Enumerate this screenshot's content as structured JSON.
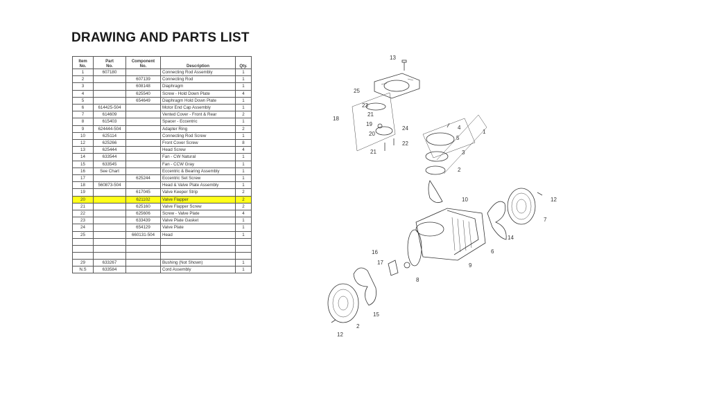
{
  "title": "DRAWING AND PARTS LIST",
  "table": {
    "headers": {
      "item": [
        "Item",
        "No."
      ],
      "part": [
        "Part",
        "No."
      ],
      "component": [
        "Component",
        "No."
      ],
      "description": "Description",
      "qty": "Qty."
    },
    "rows": [
      {
        "item": "1",
        "part": "607180",
        "component": "",
        "description": "Connecting Rod Assembly",
        "qty": "1"
      },
      {
        "item": "2",
        "part": "",
        "component": "607139",
        "description": "Connecting Rod",
        "qty": "1"
      },
      {
        "item": "3",
        "part": "",
        "component": "608148",
        "description": "Diaphragm",
        "qty": "1"
      },
      {
        "item": "4",
        "part": "",
        "component": "625540",
        "description": "Screw - Hold Down Plate",
        "qty": "4"
      },
      {
        "item": "5",
        "part": "",
        "component": "654649",
        "description": "Diaphragm Hold Down Plate",
        "qty": "1"
      },
      {
        "item": "6",
        "part": "614425-504",
        "component": "",
        "description": "Motor End Cap Assembly",
        "qty": "1"
      },
      {
        "item": "7",
        "part": "614609",
        "component": "",
        "description": "Vented Cover - Front & Rear",
        "qty": "2"
      },
      {
        "item": "8",
        "part": "615403",
        "component": "",
        "description": "Spacer - Eccentric",
        "qty": "1"
      },
      {
        "item": "9",
        "part": "624444-504",
        "component": "",
        "description": "Adapter Ring",
        "qty": "2"
      },
      {
        "item": "10",
        "part": "625114",
        "component": "",
        "description": "Connecting Rod Screw",
        "qty": "1"
      },
      {
        "item": "12",
        "part": "625266",
        "component": "",
        "description": "Front Cover Screw",
        "qty": "8"
      },
      {
        "item": "13",
        "part": "625444",
        "component": "",
        "description": "Head Screw",
        "qty": "4"
      },
      {
        "item": "14",
        "part": "633544",
        "component": "",
        "description": "Fan - CW Natural",
        "qty": "1"
      },
      {
        "item": "15",
        "part": "633545",
        "component": "",
        "description": "Fan - CCW Gray",
        "qty": "1"
      },
      {
        "item": "16",
        "part": "See Chart",
        "component": "",
        "description": "Eccentric & Bearing Assembly",
        "qty": "1"
      },
      {
        "item": "17",
        "part": "",
        "component": "625244",
        "description": "Eccentric Set Screw",
        "qty": "1"
      },
      {
        "item": "18",
        "part": "560873-504",
        "component": "",
        "description": "Head & Valve Plate Assembly",
        "qty": "1"
      },
      {
        "item": "19",
        "part": "",
        "component": "617045",
        "description": "Valve Keeper Strip",
        "qty": "2"
      },
      {
        "item": "20",
        "part": "",
        "component": "621102",
        "description": "Valve Flapper",
        "qty": "2",
        "highlight": true
      },
      {
        "item": "21",
        "part": "",
        "component": "625160",
        "description": "Valve Flapper Screw",
        "qty": "2"
      },
      {
        "item": "22",
        "part": "",
        "component": "625606",
        "description": "Screw - Valve Plate",
        "qty": "4"
      },
      {
        "item": "23",
        "part": "",
        "component": "633439",
        "description": "Valve Plate Gasket",
        "qty": "1"
      },
      {
        "item": "24",
        "part": "",
        "component": "654129",
        "description": "Valve Plate",
        "qty": "1"
      },
      {
        "item": "25",
        "part": "",
        "component": "660131-504",
        "description": "Head",
        "qty": "1"
      },
      {
        "item": "",
        "part": "",
        "component": "",
        "description": "",
        "qty": "",
        "blank": true
      },
      {
        "item": "",
        "part": "",
        "component": "",
        "description": "",
        "qty": "",
        "blank": true
      },
      {
        "item": "",
        "part": "",
        "component": "",
        "description": "",
        "qty": "",
        "blank": true
      },
      {
        "item": "29",
        "part": "633267",
        "component": "",
        "description": "Bushing (Not Shown)",
        "qty": "1"
      },
      {
        "item": "N.S",
        "part": "633584",
        "component": "",
        "description": "Cord Assembly",
        "qty": "1"
      }
    ]
  },
  "diagram_labels": [
    "13",
    "25",
    "18",
    "23",
    "21",
    "19",
    "20",
    "24",
    "21",
    "22",
    "4",
    "5",
    "1",
    "3",
    "2",
    "10",
    "12",
    "7",
    "14",
    "6",
    "9",
    "16",
    "17",
    "8",
    "15",
    "2",
    "12"
  ],
  "colors": {
    "highlight": "#ffff1a",
    "ink": "#333333"
  }
}
